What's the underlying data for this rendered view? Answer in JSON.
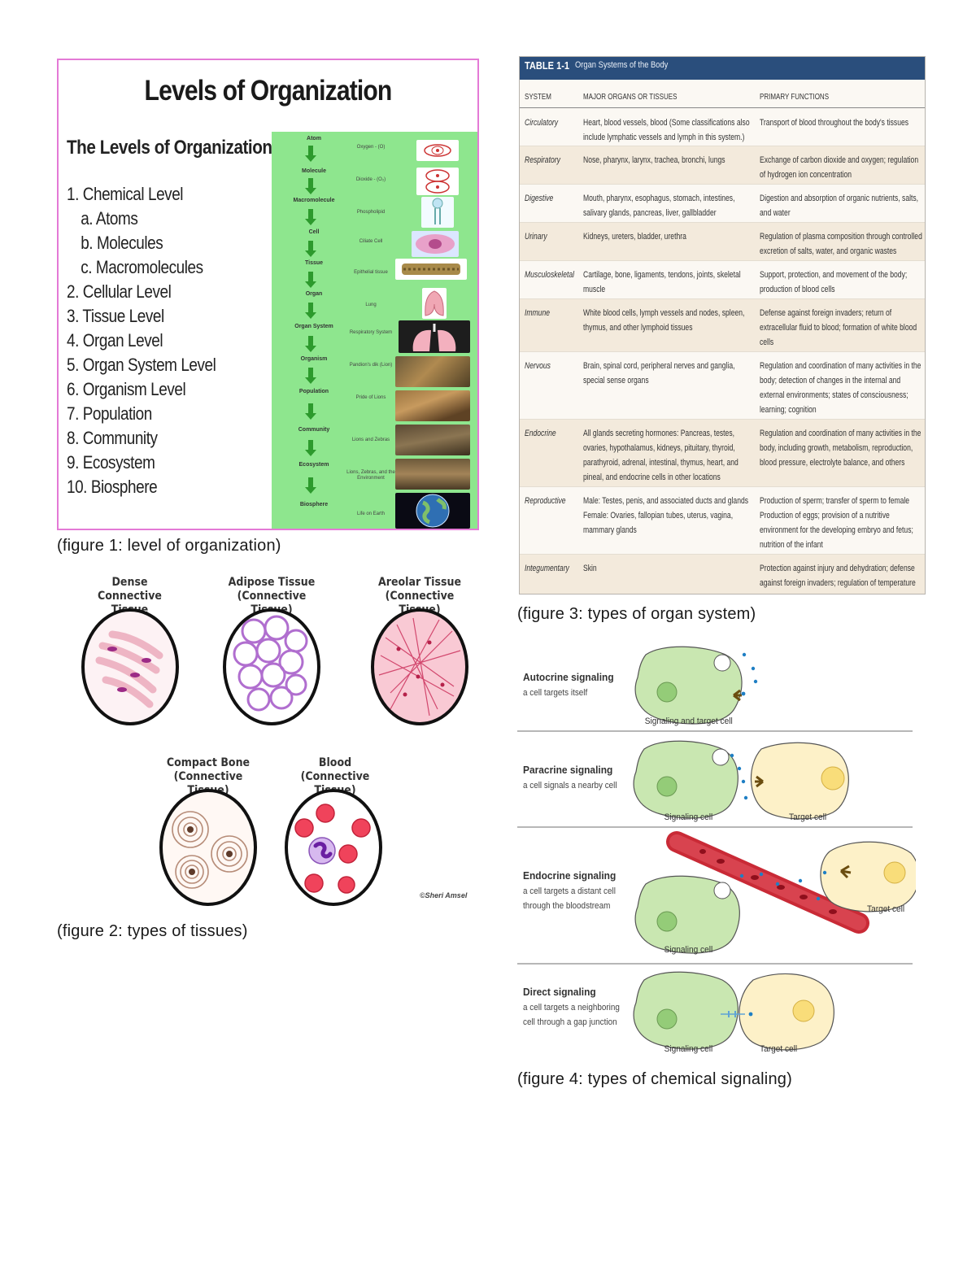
{
  "figure1": {
    "title": "Levels of Organization",
    "subtitle": "The Levels of Organization",
    "levels": [
      "1. Chemical Level",
      "a. Atoms",
      "b. Molecules",
      "c. Macromolecules",
      "2. Cellular Level",
      "3. Tissue Level",
      "4. Organ Level",
      "5. Organ System Level",
      "6. Organism Level",
      "7. Population",
      "8. Community",
      "9. Ecosystem",
      "10. Biosphere"
    ],
    "ladder": [
      {
        "level": "Atom",
        "example": "Oxygen - (O)"
      },
      {
        "level": "Molecule",
        "example": "Dioxide - (O₂)"
      },
      {
        "level": "Macromolecule",
        "example": "Phospholipid"
      },
      {
        "level": "Cell",
        "example": "Ciliate Cell"
      },
      {
        "level": "Tissue",
        "example": "Epithelial tissue"
      },
      {
        "level": "Organ",
        "example": "Lung"
      },
      {
        "level": "Organ System",
        "example": "Respiratory System"
      },
      {
        "level": "Organism",
        "example": "Pandion's dik (Lion)"
      },
      {
        "level": "Population",
        "example": "Pride of Lions"
      },
      {
        "level": "Community",
        "example": "Lions and Zebras"
      },
      {
        "level": "Ecosystem",
        "example": "Lions, Zebras, and the Environment"
      },
      {
        "level": "Biosphere",
        "example": "Life on Earth"
      }
    ],
    "caption": "(figure 1: level of organization)"
  },
  "figure2": {
    "tissues": [
      {
        "name": "Dense",
        "sub": "Connective Tissue"
      },
      {
        "name": "Adipose Tissue",
        "sub": "(Connective Tissue)"
      },
      {
        "name": "Areolar Tissue",
        "sub": "(Connective Tissue)"
      },
      {
        "name": "Compact Bone",
        "sub": "(Connective Tissue)"
      },
      {
        "name": "Blood",
        "sub": "(Connective Tissue)"
      }
    ],
    "credit": "©Sheri Amsel",
    "caption": "(figure 2: types of tissues)"
  },
  "figure3": {
    "table_number": "TABLE 1-1",
    "table_name": "Organ Systems of the Body",
    "columns": [
      "SYSTEM",
      "MAJOR ORGANS OR TISSUES",
      "PRIMARY FUNCTIONS"
    ],
    "rows": [
      {
        "system": "Circulatory",
        "organs": "Heart, blood vessels, blood (Some classifications also include lymphatic vessels and lymph in this system.)",
        "functions": "Transport of blood throughout the body's tissues"
      },
      {
        "system": "Respiratory",
        "organs": "Nose, pharynx, larynx, trachea, bronchi, lungs",
        "functions": "Exchange of carbon dioxide and oxygen; regulation of hydrogen ion concentration"
      },
      {
        "system": "Digestive",
        "organs": "Mouth, pharynx, esophagus, stomach, intestines, salivary glands, pancreas, liver, gallbladder",
        "functions": "Digestion and absorption of organic nutrients, salts, and water"
      },
      {
        "system": "Urinary",
        "organs": "Kidneys, ureters, bladder, urethra",
        "functions": "Regulation of plasma composition through controlled excretion of salts, water, and organic wastes"
      },
      {
        "system": "Musculoskeletal",
        "organs": "Cartilage, bone, ligaments, tendons, joints, skeletal muscle",
        "functions": "Support, protection, and movement of the body; production of blood cells"
      },
      {
        "system": "Immune",
        "organs": "White blood cells, lymph vessels and nodes, spleen, thymus, and other lymphoid tissues",
        "functions": "Defense against foreign invaders; return of extracellular fluid to blood; formation of white blood cells"
      },
      {
        "system": "Nervous",
        "organs": "Brain, spinal cord, peripheral nerves and ganglia, special sense organs",
        "functions": "Regulation and coordination of many activities in the body; detection of changes in the internal and external environments; states of consciousness; learning; cognition"
      },
      {
        "system": "Endocrine",
        "organs": "All glands secreting hormones: Pancreas, testes, ovaries, hypothalamus, kidneys, pituitary, thyroid, parathyroid, adrenal, intestinal, thymus, heart, and pineal, and endocrine cells in other locations",
        "functions": "Regulation and coordination of many activities in the body, including growth, metabolism, reproduction, blood pressure, electrolyte balance, and others"
      },
      {
        "system": "Reproductive",
        "organs": "Male: Testes, penis, and associated ducts and glands Female: Ovaries, fallopian tubes, uterus, vagina, mammary glands",
        "functions": "Production of sperm; transfer of sperm to female Production of eggs; provision of a nutritive environment for the developing embryo and fetus; nutrition of the infant"
      },
      {
        "system": "Integumentary",
        "organs": "Skin",
        "functions": "Protection against injury and dehydration; defense against foreign invaders; regulation of temperature"
      }
    ],
    "caption": "(figure 3: types of organ system)"
  },
  "figure4": {
    "types": [
      {
        "name": "Autocrine signaling",
        "desc1": "a cell targets itself",
        "desc2": "",
        "label1": "Signaling and target cell",
        "label2": ""
      },
      {
        "name": "Paracrine signaling",
        "desc1": "a cell signals a nearby cell",
        "desc2": "",
        "label1": "Signaling cell",
        "label2": "Target cell"
      },
      {
        "name": "Endocrine signaling",
        "desc1": "a cell targets a distant cell",
        "desc2": "through the bloodstream",
        "label1": "Signaling cell",
        "label2": "Target cell"
      },
      {
        "name": "Direct signaling",
        "desc1": "a cell targets a neighboring",
        "desc2": "cell through a gap junction",
        "label1": "Signaling cell",
        "label2": "Target cell"
      }
    ],
    "caption": "(figure 4: types of chemical signaling)"
  },
  "colors": {
    "figure1_border": "#e47ad6",
    "ladder_background": "#8ee68e",
    "table_header": "#2a4e7c",
    "signaling_cell": "#c9e7b1",
    "target_cell": "#fdf1c8",
    "vessel": "#c92a36",
    "molecule": "#1f7fc4"
  }
}
